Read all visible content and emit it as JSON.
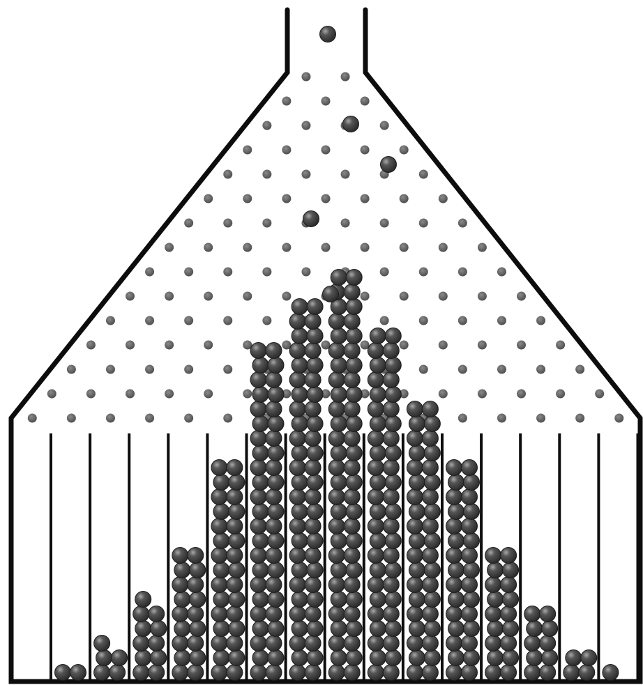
{
  "diagram": {
    "kind": "galton-board",
    "colors": {
      "outline": "#0d0d0d",
      "peg": "#5a5a5a",
      "ball": "#3a3a3a",
      "ball_highlight": "#9a9a9a"
    },
    "peg_rows": 15,
    "falling_balls": 5,
    "bins": [
      {
        "bin": 1,
        "balls": 2
      },
      {
        "bin": 2,
        "balls": 5
      },
      {
        "bin": 3,
        "balls": 11
      },
      {
        "bin": 4,
        "balls": 18
      },
      {
        "bin": 5,
        "balls": 30
      },
      {
        "bin": 6,
        "balls": 46
      },
      {
        "bin": 7,
        "balls": 52
      },
      {
        "bin": 8,
        "balls": 56
      },
      {
        "bin": 9,
        "balls": 48
      },
      {
        "bin": 10,
        "balls": 38
      },
      {
        "bin": 11,
        "balls": 30
      },
      {
        "bin": 12,
        "balls": 18
      },
      {
        "bin": 13,
        "balls": 10
      },
      {
        "bin": 14,
        "balls": 4
      },
      {
        "bin": 15,
        "balls": 1
      }
    ]
  }
}
